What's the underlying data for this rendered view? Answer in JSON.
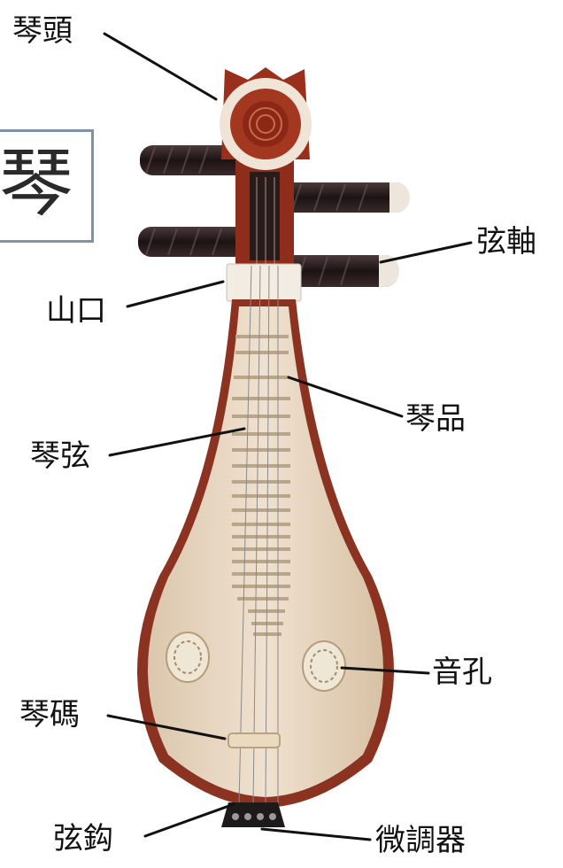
{
  "side_box": {
    "text": "琴"
  },
  "labels": {
    "qintou": "琴頭",
    "xianzhou": "弦軸",
    "shankou": "山口",
    "qinpin": "琴品",
    "qinxian": "琴弦",
    "yinkong": "音孔",
    "qinma": "琴碼",
    "xiangou": "弦鈎",
    "weitiaoqi": "微調器"
  },
  "colors": {
    "soundboard": "#e8d6c0",
    "rim": "#8b3220",
    "head": "#9a2f1c",
    "peg": "#2a1d1e",
    "peg_tip": "#e9e3da",
    "leader_line": "#111111",
    "box_border": "#7e93a6"
  }
}
